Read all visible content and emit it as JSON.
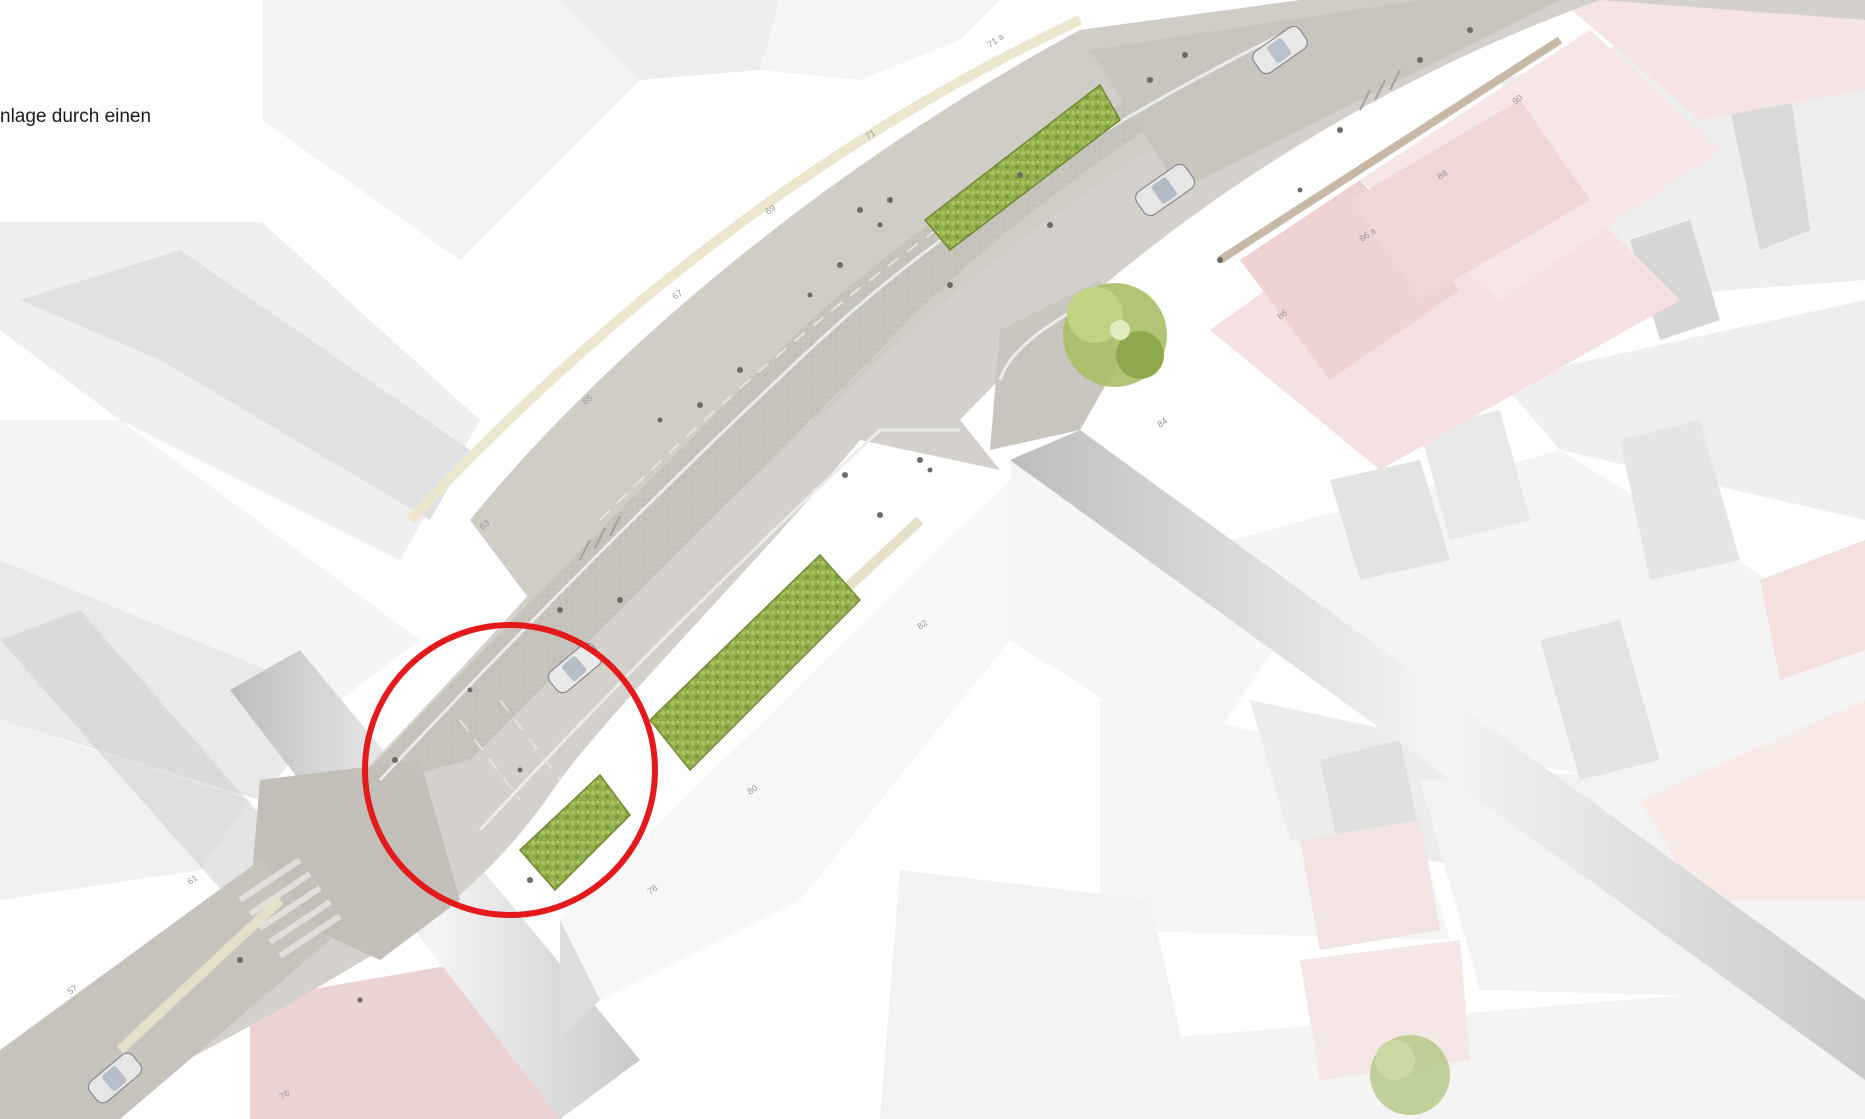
{
  "caption": {
    "text": "nlage durch einen"
  },
  "colors": {
    "road": "#c4c0ba",
    "sidewalk": "#d3cfca",
    "building_light": "#f1f1f1",
    "building_grey": "#dcdcdc",
    "building_pink": "#f3dcdc",
    "planting": "#8fad48",
    "highlight_circle": "#e3191c"
  },
  "house_numbers": [
    "71 a",
    "71",
    "69",
    "67",
    "65",
    "63",
    "61",
    "57",
    "76",
    "78",
    "80",
    "82",
    "84",
    "86",
    "86 a",
    "88",
    "90"
  ],
  "icons": [
    "highlight-circle-icon",
    "tree-icon",
    "car-icon",
    "planting-bed-icon"
  ]
}
